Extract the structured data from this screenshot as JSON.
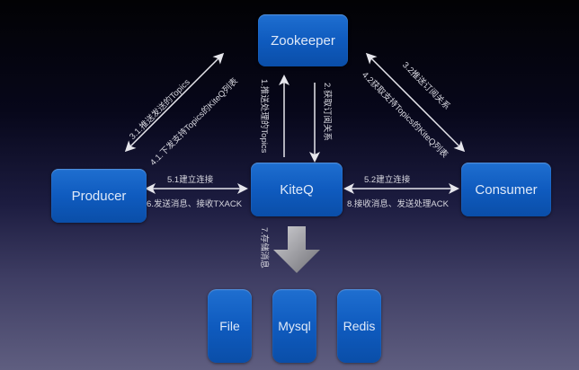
{
  "nodes": {
    "zookeeper": "Zookeeper",
    "producer": "Producer",
    "kiteq": "KiteQ",
    "consumer": "Consumer",
    "file": "File",
    "mysql": "Mysql",
    "redis": "Redis"
  },
  "edges": {
    "kiteq_to_zk": "1.推送处理的Topics",
    "zk_to_kiteq": "2.获取订阅关系",
    "producer_zk_upper": "3.1.推送发送的Topics",
    "producer_zk_lower": "4.1.下发支持Topics的KiteQ列表",
    "consumer_zk_upper": "3.2推送订阅关系",
    "consumer_zk_lower": "4.2获取支持Topics的KiteQ列表",
    "producer_kiteq_top": "5.1建立连接",
    "producer_kiteq_bottom": "6.发送消息、接收TXACK",
    "kiteq_consumer_top": "5.2建立连接",
    "kiteq_consumer_bottom": "8.接收消息、发送处理ACK",
    "store": "7.存储消息"
  },
  "colors": {
    "node_blue": "#0f5bbf",
    "arrow": "#e6e6ec",
    "store_arrow": "#9a9aa0"
  }
}
